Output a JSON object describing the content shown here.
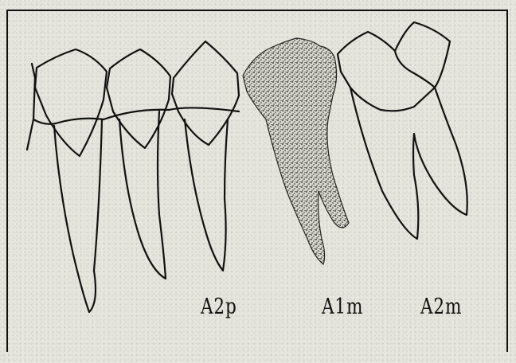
{
  "labels": {
    "tooth_a2p": "A2p",
    "tooth_a1m": "A1m",
    "tooth_a2m": "A2m"
  },
  "colors": {
    "background": "#e6e6de",
    "ink": "#111111",
    "stipple": "#1a1a1a"
  }
}
